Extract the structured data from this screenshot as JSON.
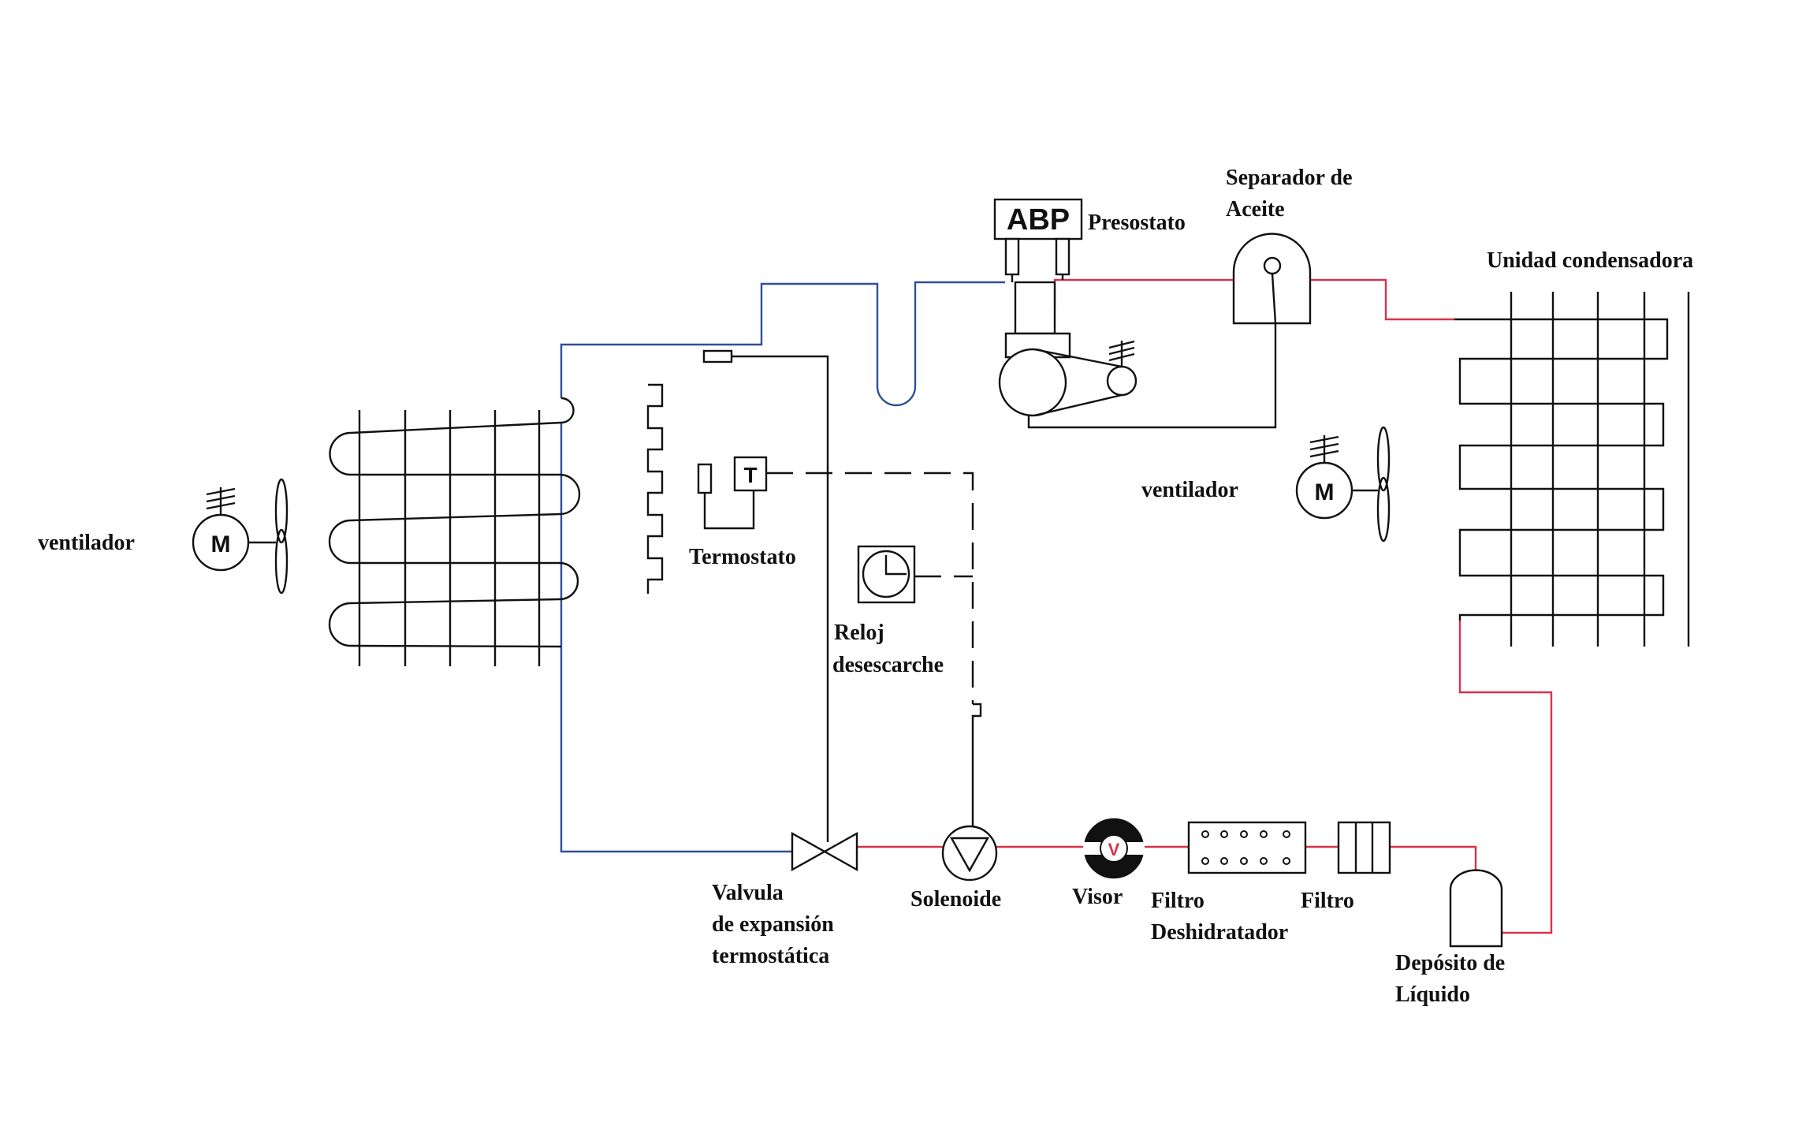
{
  "labels": {
    "presostato_symbol": "ABP",
    "presostato": "Presostato",
    "separador_line1": "Separador de",
    "separador_line2": "Aceite",
    "unidad_condensadora": "Unidad condensadora",
    "ventilador_left": "ventilador",
    "ventilador_right": "ventilador",
    "motor_left": "M",
    "motor_right": "M",
    "termostato_symbol": "T",
    "termostato": "Termostato",
    "reloj_line1": "Reloj",
    "reloj_line2": "desescarche",
    "valvula_line1": "Valvula",
    "valvula_line2": "de expansión",
    "valvula_line3": "termostática",
    "solenoide": "Solenoide",
    "visor_symbol": "V",
    "visor": "Visor",
    "filtro_deshid_line1": "Filtro",
    "filtro_deshid_line2": "Deshidratador",
    "filtro": "Filtro",
    "deposito_line1": "Depósito de",
    "deposito_line2": "Líquido"
  },
  "colors": {
    "suction_line": "#2f4f9a",
    "discharge_liquid_line": "#d8334a",
    "wiring": "#111111"
  }
}
